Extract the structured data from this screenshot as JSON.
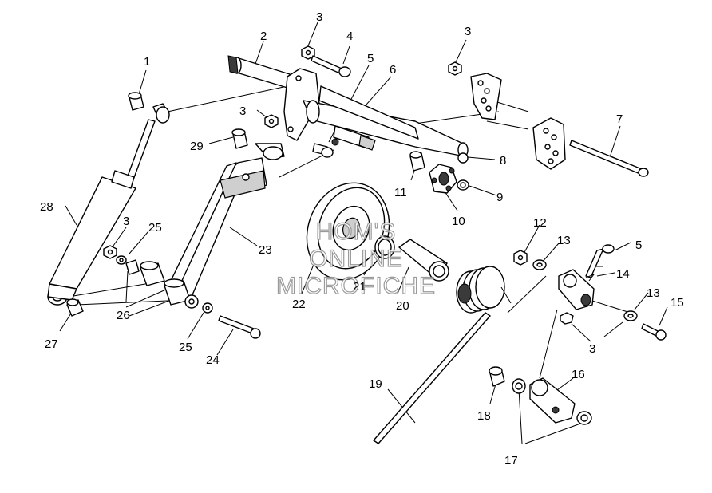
{
  "watermark": {
    "line1": "HOM'S",
    "line2": "ONLINE",
    "line3": "MICROFICHE"
  },
  "callouts": {
    "n1": "1",
    "n2": "2",
    "n3a": "3",
    "n3b": "3",
    "n3c": "3",
    "n3d": "3",
    "n3e": "3",
    "n4": "4",
    "n5a": "5",
    "n5b": "5",
    "n6": "6",
    "n7": "7",
    "n8": "8",
    "n9": "9",
    "n10": "10",
    "n11": "11",
    "n12": "12",
    "n13a": "13",
    "n13b": "13",
    "n14": "14",
    "n15": "15",
    "n16": "16",
    "n17": "17",
    "n18": "18",
    "n19": "19",
    "n20": "20",
    "n21": "21",
    "n22": "22",
    "n23": "23",
    "n24": "24",
    "n25a": "25",
    "n25b": "25",
    "n26": "26",
    "n27": "27",
    "n28": "28",
    "n29": "29"
  }
}
